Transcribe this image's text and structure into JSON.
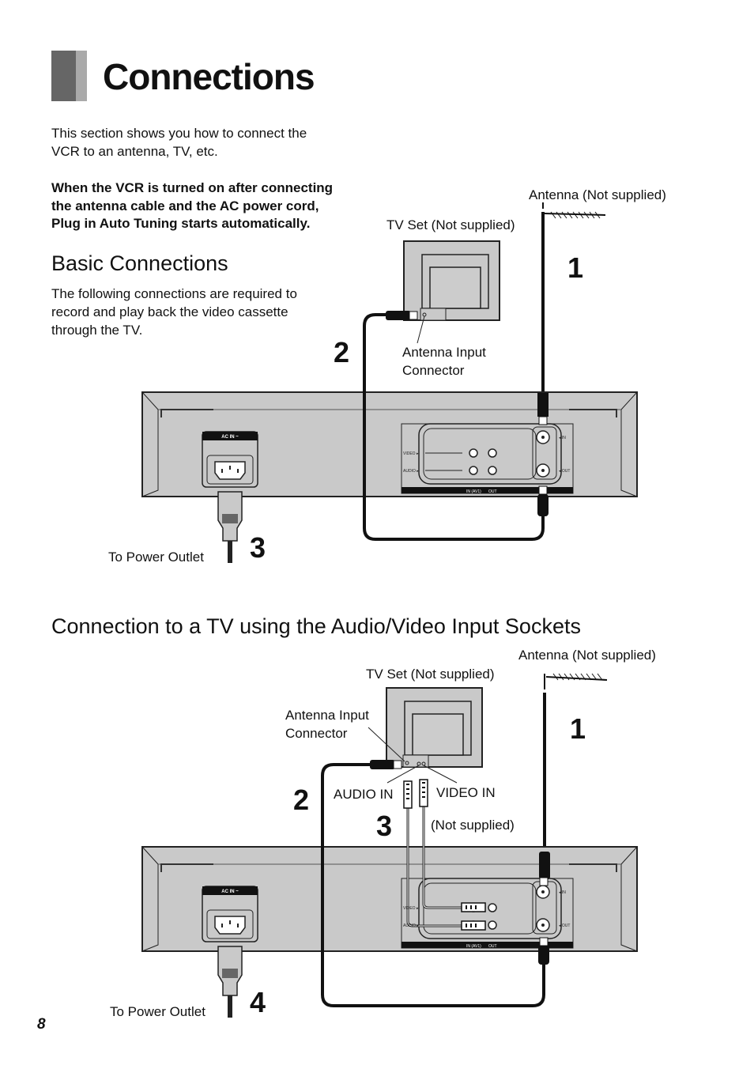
{
  "title": "Connections",
  "intro": [
    "This section shows you how to connect the",
    "VCR to an antenna, TV, etc."
  ],
  "note": [
    "When the VCR is turned on after connecting",
    "the antenna cable and the AC power cord,",
    "Plug in Auto Tuning starts automatically."
  ],
  "basic": {
    "heading": "Basic Connections",
    "text": [
      "The following connections are required to",
      "record and play back the video cassette",
      "through the TV."
    ],
    "antenna": "Antenna (Not supplied)",
    "tv": "TV Set (Not supplied)",
    "antenna_input": [
      "Antenna Input",
      "Connector"
    ],
    "power": "To Power Outlet",
    "steps": [
      "1",
      "2",
      "3"
    ]
  },
  "av": {
    "heading": "Connection to a TV using the Audio/Video Input Sockets",
    "antenna": "Antenna (Not supplied)",
    "tv": "TV Set (Not supplied)",
    "antenna_input": [
      "Antenna Input",
      "Connector"
    ],
    "audio_in": "AUDIO IN",
    "video_in": "VIDEO IN",
    "not_supplied": "(Not supplied)",
    "power": "To Power Outlet",
    "steps": [
      "1",
      "2",
      "3",
      "4"
    ]
  },
  "vcr_panel": {
    "ac_in": "AC IN ~",
    "video": "VIDEO ▸",
    "audio": "AUDIO ▸",
    "in_av": "IN (AV1)",
    "out": "OUT",
    "ant_in": "◂ IN",
    "ant_out": "◂ OUT"
  },
  "page_number": "8"
}
